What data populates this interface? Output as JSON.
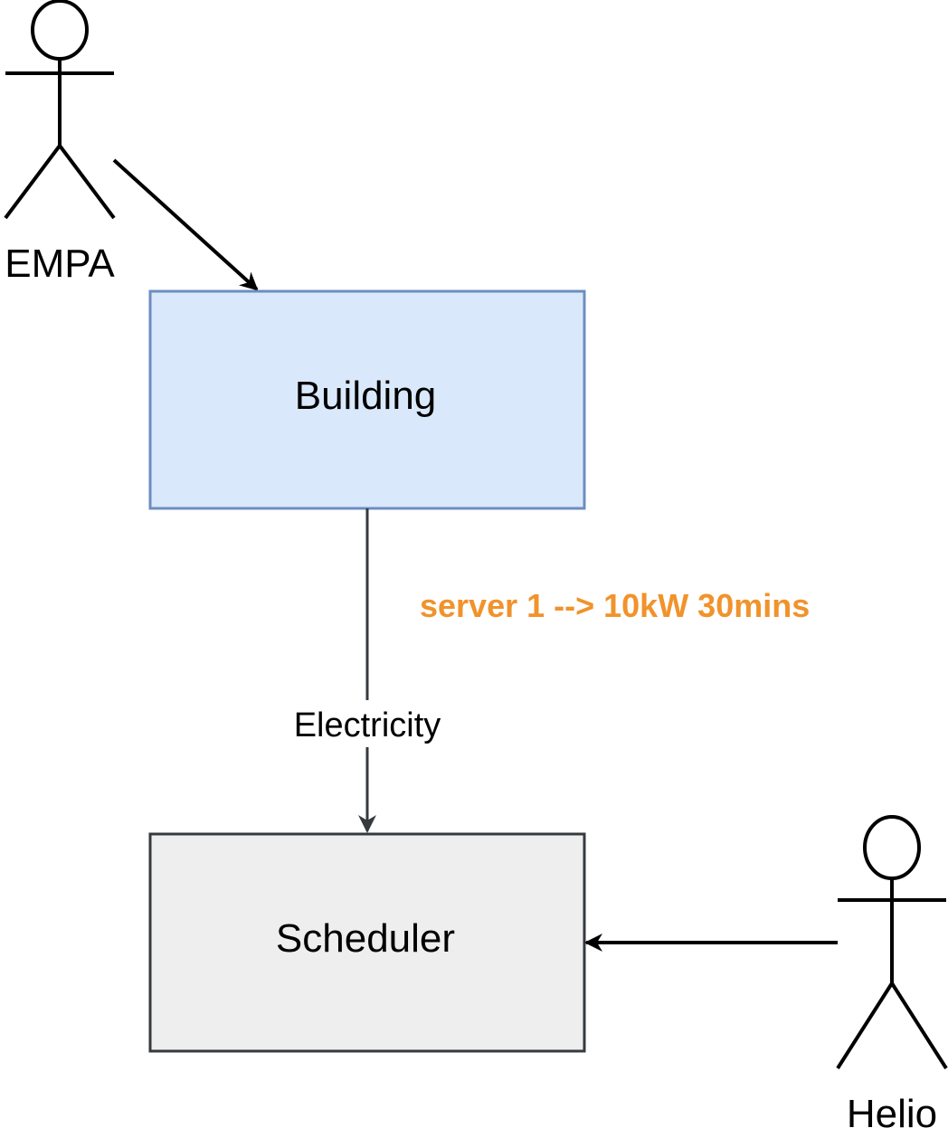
{
  "actors": {
    "empa": {
      "label": "EMPA"
    },
    "helio": {
      "label": "Helio"
    }
  },
  "nodes": {
    "building": {
      "label": "Building",
      "fill": "#dae8fc",
      "stroke": "#6c8ebf"
    },
    "scheduler": {
      "label": "Scheduler",
      "fill": "#eeeeee",
      "stroke": "#36393d"
    }
  },
  "edges": {
    "building_to_scheduler": {
      "label": "Electricity"
    }
  },
  "annotations": {
    "server_note": {
      "text": "server 1 --> 10kW 30mins",
      "color": "#f0932b"
    }
  }
}
